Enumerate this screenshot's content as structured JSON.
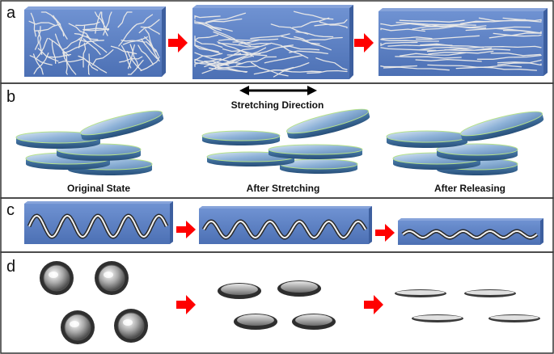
{
  "panels": [
    {
      "letter": "a"
    },
    {
      "letter": "b",
      "arrow_label": "Stretching Direction",
      "captions": [
        "Original State",
        "After  Stretching",
        "After  Releasing"
      ]
    },
    {
      "letter": "c"
    },
    {
      "letter": "d"
    }
  ],
  "colors": {
    "block_face": "#5b7fc4",
    "block_top": "#7f9cd6",
    "block_side": "#3d5f9f",
    "arrow_red": "#ff0000",
    "disk_face": "#8fb3d8",
    "disk_edge": "#3f6f9e",
    "border": "#333333"
  }
}
